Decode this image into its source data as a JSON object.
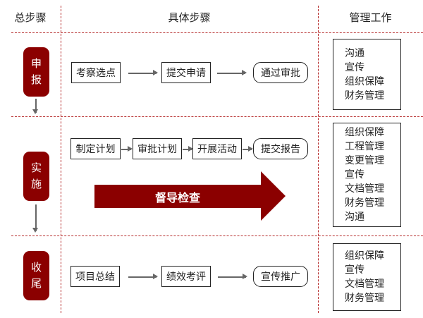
{
  "headers": {
    "col1": "总步骤",
    "col2": "具体步骤",
    "col3": "管理工作"
  },
  "stages": [
    {
      "label": [
        "申",
        "报"
      ],
      "steps": [
        "考察选点",
        "提交申请",
        "通过审批"
      ],
      "management": [
        "沟通",
        "宣传",
        "组织保障",
        "财务管理"
      ]
    },
    {
      "label": [
        "实",
        "施"
      ],
      "steps": [
        "制定计划",
        "审批计划",
        "开展活动",
        "提交报告"
      ],
      "management": [
        "组织保障",
        "工程管理",
        "变更管理",
        "宣传",
        "文档管理",
        "财务管理",
        "沟通"
      ]
    },
    {
      "label": [
        "收",
        "尾"
      ],
      "steps": [
        "项目总结",
        "绩效考评",
        "宣传推广"
      ],
      "management": [
        "组织保障",
        "宣传",
        "文档管理",
        "财务管理"
      ]
    }
  ],
  "supervision": "督导检查",
  "colors": {
    "accent": "#8b0000",
    "divider": "#b52a2a"
  }
}
